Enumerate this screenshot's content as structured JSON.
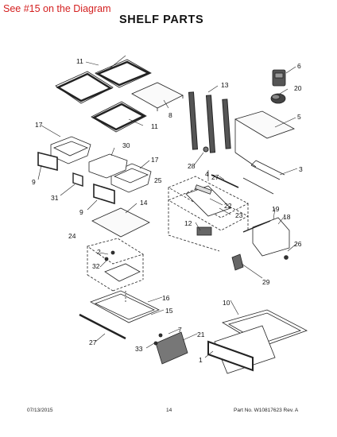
{
  "note": "See #15 on the Diagram",
  "title": "SHELF PARTS",
  "footer": {
    "date": "07/13/2015",
    "page": "14",
    "part_info": "Part No. W10817623  Rev. A"
  },
  "callouts": {
    "c1": "1",
    "c2": "2",
    "c3": "3",
    "c4": "4",
    "c5": "5",
    "c6": "6",
    "c7": "7",
    "c8": "8",
    "c9a": "9",
    "c9b": "9",
    "c10": "10",
    "c11a": "11",
    "c11b": "11",
    "c12": "12",
    "c13": "13",
    "c14": "14",
    "c15": "15",
    "c16": "16",
    "c17a": "17",
    "c17b": "17",
    "c18": "18",
    "c19": "19",
    "c20": "20",
    "c21": "21",
    "c22": "22",
    "c23": "23",
    "c24": "24",
    "c25": "25",
    "c26": "26",
    "c27a": "27",
    "c27b": "27",
    "c28": "28",
    "c29": "29",
    "c30": "30",
    "c31": "31",
    "c32": "32",
    "c33": "33"
  }
}
